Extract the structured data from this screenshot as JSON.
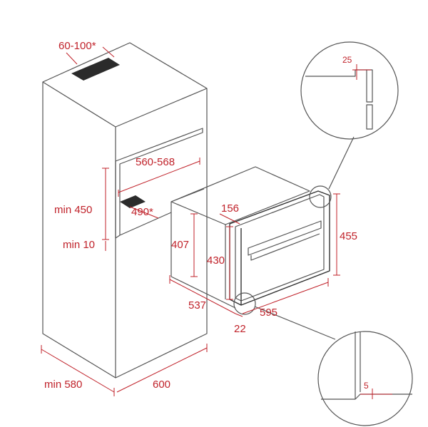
{
  "labels": {
    "vent_top": "60-100*",
    "niche_width": "560-568",
    "niche_height": "min 450",
    "plinth": "min 10",
    "vent_bottom": "490*",
    "cabinet_depth": "min 580",
    "cabinet_width": "600",
    "oven_body_height": "407",
    "oven_front_height": "430",
    "oven_offset": "156",
    "oven_total_height": "455",
    "oven_depth": "537",
    "oven_width": "595",
    "oven_front_depth": "22",
    "detail_top": "25",
    "detail_bottom": "5"
  },
  "colors": {
    "dimension": "#c0222a",
    "outline": "#555555",
    "vent": "#2b2b2b"
  }
}
